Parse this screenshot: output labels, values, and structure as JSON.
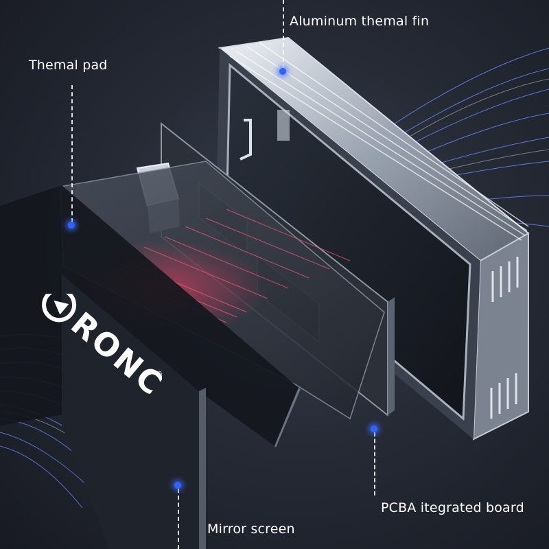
{
  "labels": {
    "fin": "Aluminum themal fin",
    "pad": "Themal pad",
    "pcba": "PCBA itegrated board",
    "mirror": "Mirror screen"
  },
  "brand": {
    "name": "RONC",
    "mark": "®"
  },
  "colors": {
    "accent": "#2f63ff",
    "heat": "#ff3c64",
    "flow": "#5a7dff",
    "text": "#ffffff"
  }
}
